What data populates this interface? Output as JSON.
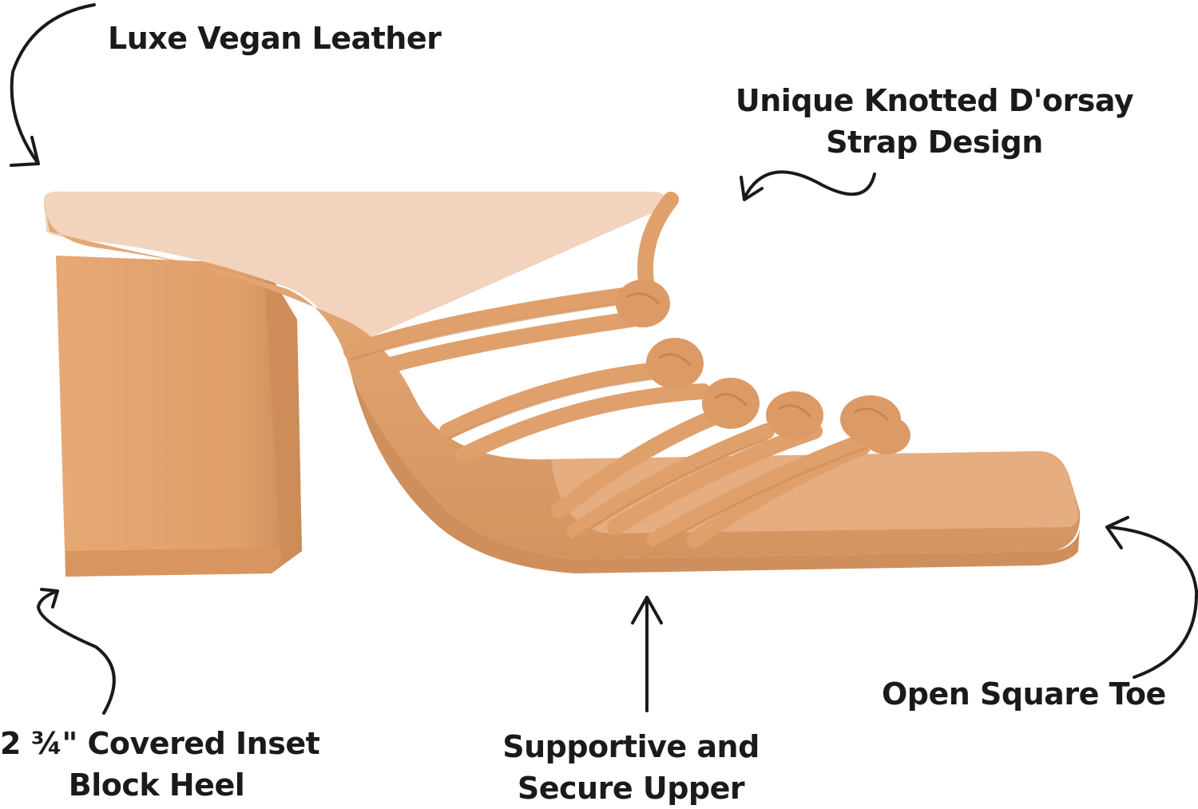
{
  "product": {
    "color": "#e3a674",
    "shade_color": "#cf8f5c",
    "insole_color": "#f3d5c1"
  },
  "callouts": {
    "leather": [
      "Luxe Vegan Leather"
    ],
    "strap": [
      "Unique Knotted D'orsay",
      "Strap Design"
    ],
    "toe": [
      "Open Square Toe"
    ],
    "heel": [
      "2 ¾\" Covered Inset",
      "Block Heel"
    ],
    "upper": [
      "Supportive and",
      "Secure Upper"
    ]
  },
  "arrow_color": "#1a1a1a"
}
